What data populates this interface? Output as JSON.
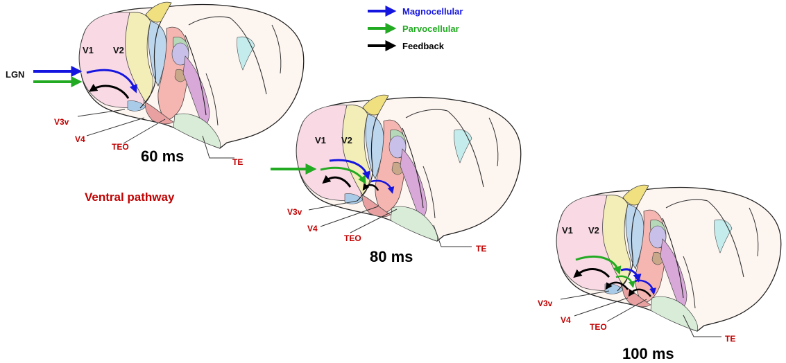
{
  "legend": {
    "magno": "Magnocellular",
    "parvo": "Parvocellular",
    "feedback": "Feedback"
  },
  "title": "Ventral pathway",
  "input_label": "LGN",
  "panels": [
    {
      "time": "60 ms",
      "labels": {
        "v1": "V1",
        "v2": "V2",
        "v3v": "V3v",
        "v4": "V4",
        "teo": "TEO",
        "te": "TE"
      }
    },
    {
      "time": "80 ms",
      "labels": {
        "v1": "V1",
        "v2": "V2",
        "v3v": "V3v",
        "v4": "V4",
        "teo": "TEO",
        "te": "TE"
      }
    },
    {
      "time": "100 ms",
      "labels": {
        "v1": "V1",
        "v2": "V2",
        "v3v": "V3v",
        "v4": "V4",
        "teo": "TEO",
        "te": "TE"
      }
    }
  ],
  "colors": {
    "magno": "#1515e0",
    "parvo": "#22aa22",
    "feedback": "#000000",
    "label_red": "#c00000"
  }
}
